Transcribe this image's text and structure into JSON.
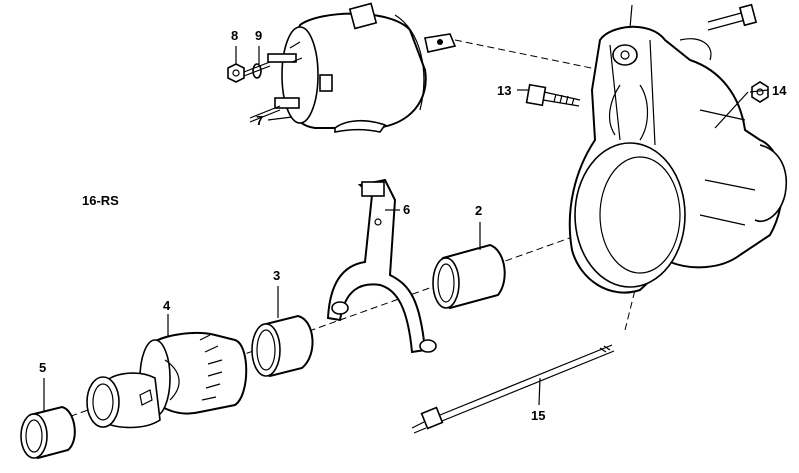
{
  "diagram_label": "16-RS",
  "callouts": [
    {
      "id": "c8",
      "text": "8"
    },
    {
      "id": "c9",
      "text": "9"
    },
    {
      "id": "c7",
      "text": "7"
    },
    {
      "id": "c13",
      "text": "13"
    },
    {
      "id": "c14",
      "text": "14"
    },
    {
      "id": "c6",
      "text": "6"
    },
    {
      "id": "c2",
      "text": "2"
    },
    {
      "id": "c3",
      "text": "3"
    },
    {
      "id": "c4",
      "text": "4"
    },
    {
      "id": "c5",
      "text": "5"
    },
    {
      "id": "c15",
      "text": "15"
    }
  ]
}
